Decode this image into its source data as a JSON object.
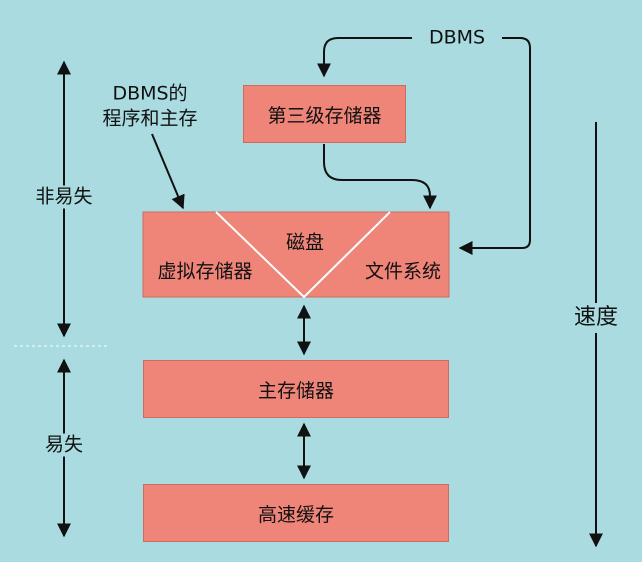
{
  "labels": {
    "dbms": "DBMS",
    "dbms_program_line1": "DBMS的",
    "dbms_program_line2": "程序和主存",
    "tertiary_storage": "第三级存储器",
    "disk": "磁盘",
    "virtual_memory": "虚拟存储器",
    "file_system": "文件系统",
    "main_memory": "主存储器",
    "cache": "高速缓存",
    "nonvolatile": "非易失",
    "volatile": "易失",
    "speed": "速度"
  },
  "colors": {
    "background": "#a9dbe0",
    "box_fill": "#ef8479",
    "box_border": "#d06b5f",
    "line": "#111111",
    "divider": "#ffffff"
  }
}
